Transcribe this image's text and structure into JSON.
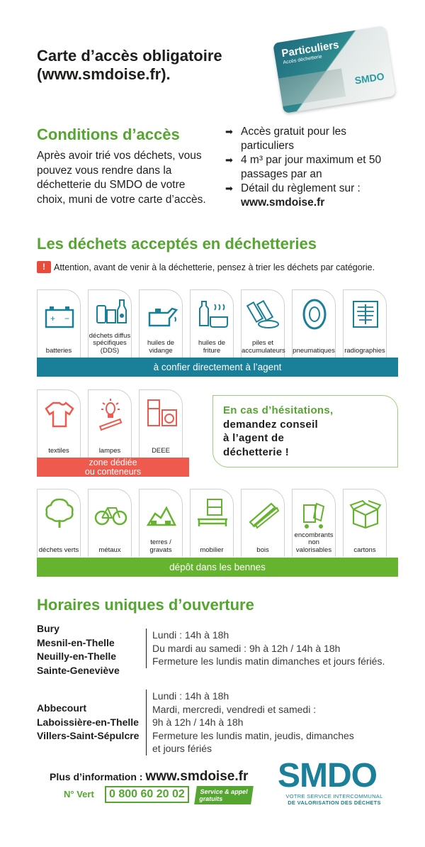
{
  "header": {
    "title_line1": "Carte d’accès obligatoire",
    "title_line2": "(www.smdoise.fr).",
    "card": {
      "title": "Particuliers",
      "subtitle": "Accès déchetterie",
      "logo": "SMDO"
    }
  },
  "conditions": {
    "title": "Conditions d’accès",
    "text": "Après avoir trié vos déchets, vous pouvez vous rendre dans la déchetterie du SMDO de votre choix, muni de votre carte d’accès.",
    "bullets": [
      "Accès gratuit pour les particuliers",
      "4 m³ par jour maximum et 50 passages par an",
      "Détail du règlement sur :"
    ],
    "bullet_link": "www.smdoise.fr"
  },
  "waste": {
    "title": "Les déchets acceptés en déchetteries",
    "warning": "Attention, avant de venir à la déchetterie, pensez à trier les déchets par catégorie.",
    "group1": {
      "items": [
        "batteries",
        "déchets diffus spécifiques (DDS)",
        "huiles de vidange",
        "huiles de friture",
        "piles et accumulateurs",
        "pneumatiques",
        "radiographies"
      ],
      "band": "à confier directement à l’agent"
    },
    "group2": {
      "items": [
        "textiles",
        "lampes",
        "DEEE"
      ],
      "band_line1": "zone dédiée",
      "band_line2": "ou conteneurs"
    },
    "hesitation": {
      "line1": "En cas d’hésitations,",
      "line2": "demandez conseil",
      "line3": "à l’agent de",
      "line4": "déchetterie !"
    },
    "group3": {
      "items": [
        "déchets verts",
        "métaux",
        "terres / gravats",
        "mobilier",
        "bois",
        "encombrants non valorisables",
        "cartons"
      ],
      "band": "dépôt dans les bennes"
    }
  },
  "hours": {
    "title": "Horaires uniques d’ouverture",
    "block1": {
      "towns": [
        "Bury",
        "Mesnil-en-Thelle",
        "Neuilly-en-Thelle",
        "Sainte-Geneviève"
      ],
      "lines": [
        "Lundi : 14h à 18h",
        "Du mardi au samedi : 9h à 12h / 14h à 18h",
        "Fermeture les lundis matin dimanches et jours fériés."
      ]
    },
    "block2": {
      "towns": [
        "Abbecourt",
        "Laboissière-en-Thelle",
        "Villers-Saint-Sépulcre"
      ],
      "lines": [
        "Lundi : 14h à 18h",
        "Mardi, mercredi, vendredi et samedi :",
        "9h à 12h / 14h à 18h",
        "Fermeture les lundis matin, jeudis, dimanches",
        "et jours fériés"
      ]
    }
  },
  "footer": {
    "info_label": "Plus d’information :",
    "info_site": "www.smdoise.fr",
    "nvert_label": "N° Vert",
    "nvert_number": "0 800 60 20 02",
    "nvert_tag_line1": "Service & appel",
    "nvert_tag_line2": "gratuits",
    "logo_text": "SMDO",
    "logo_tag1": "VOTRE SERVICE INTERCOMMUNAL",
    "logo_tag2": "DE VALORISATION DES DÉCHETS"
  },
  "colors": {
    "green": "#55a630",
    "teal": "#1a7f98",
    "red": "#ef5a4e"
  }
}
